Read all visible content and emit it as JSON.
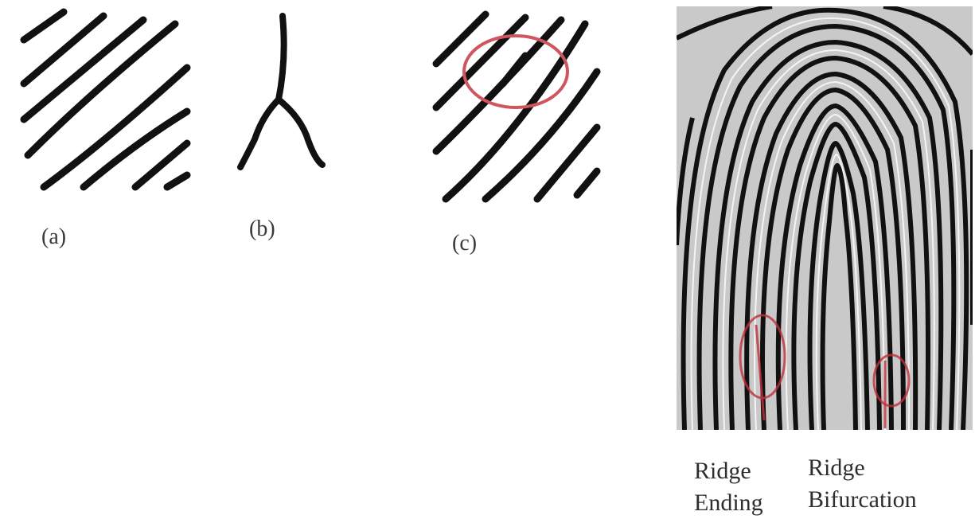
{
  "panels": [
    {
      "caption": "(a)"
    },
    {
      "caption": "(b)"
    },
    {
      "caption": "(c)"
    }
  ],
  "fingerprint": {
    "labels": [
      {
        "line1": "Ridge",
        "line2": "Ending"
      },
      {
        "line1": "Ridge",
        "line2": "Bifurcation"
      }
    ]
  },
  "colors": {
    "ridge": "#111111",
    "highlight": "#d0555f",
    "fingerprint_bg": "#c9c9c9"
  }
}
